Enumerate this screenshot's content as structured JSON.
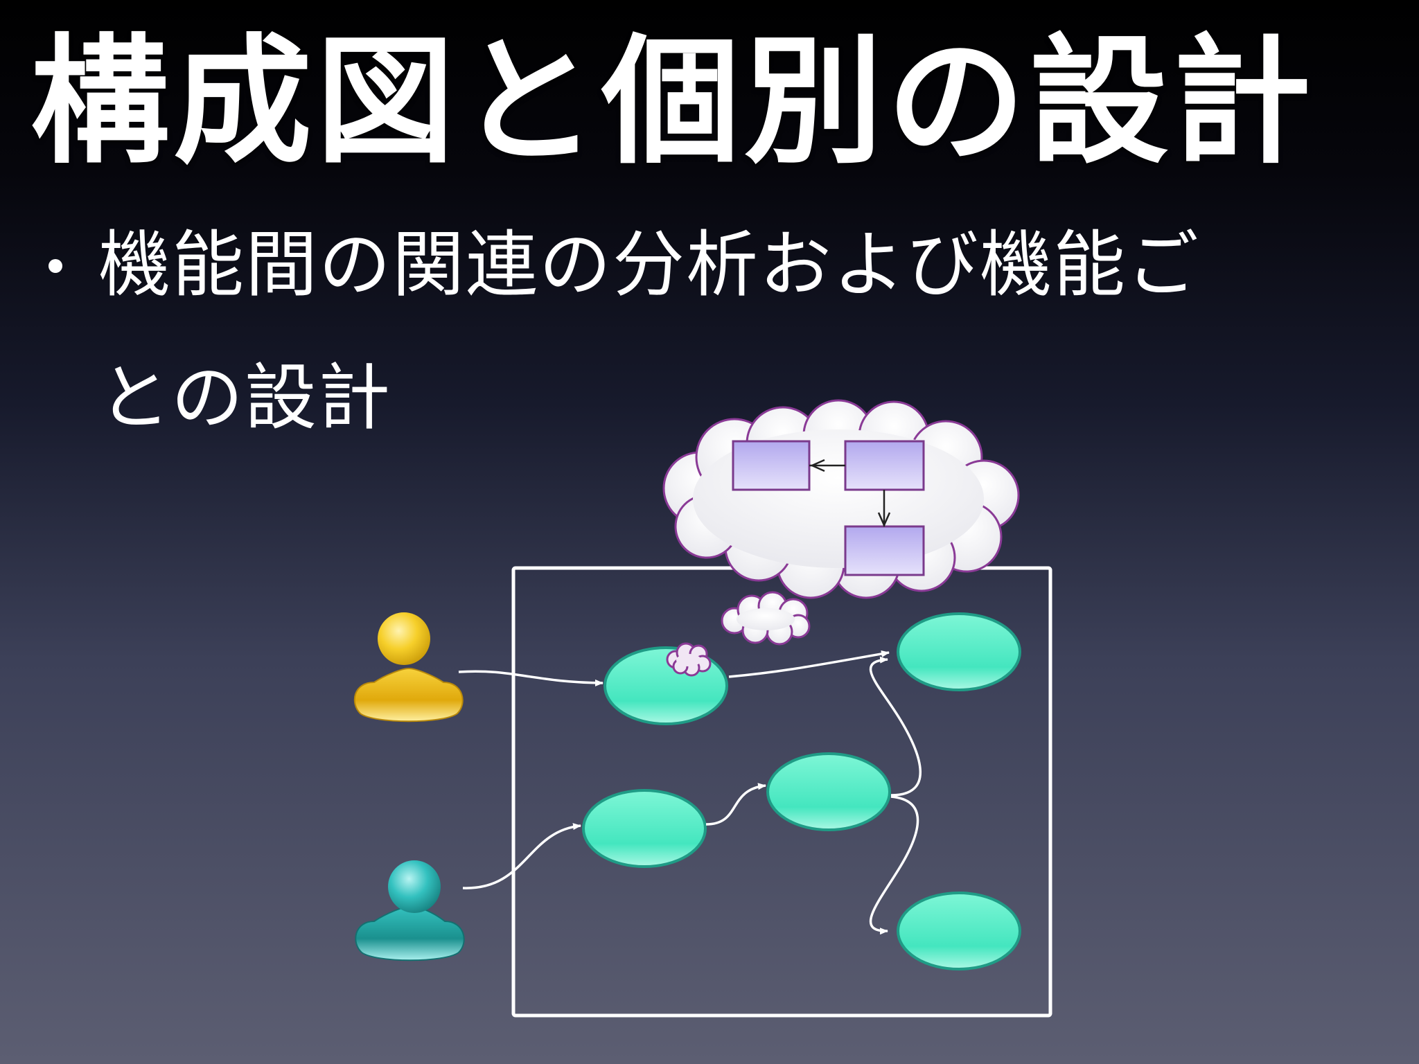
{
  "slide": {
    "title": "構成図と個別の設計",
    "bullet_line1": "機能間の関連の分析および機能ご",
    "bullet_line2": "との設計"
  },
  "colors": {
    "ellipse_fill": "#5ff0c8",
    "ellipse_stroke": "#1f9c86",
    "cloud_stroke": "#8a3a96",
    "entity_fill": "#c4bcf2",
    "entity_stroke": "#7a3a8c",
    "actor_yellow": "#f2c21a",
    "actor_teal": "#27b7b5"
  },
  "icons": [
    "yellow-actor-icon",
    "teal-actor-icon",
    "thought-cloud-icon"
  ]
}
